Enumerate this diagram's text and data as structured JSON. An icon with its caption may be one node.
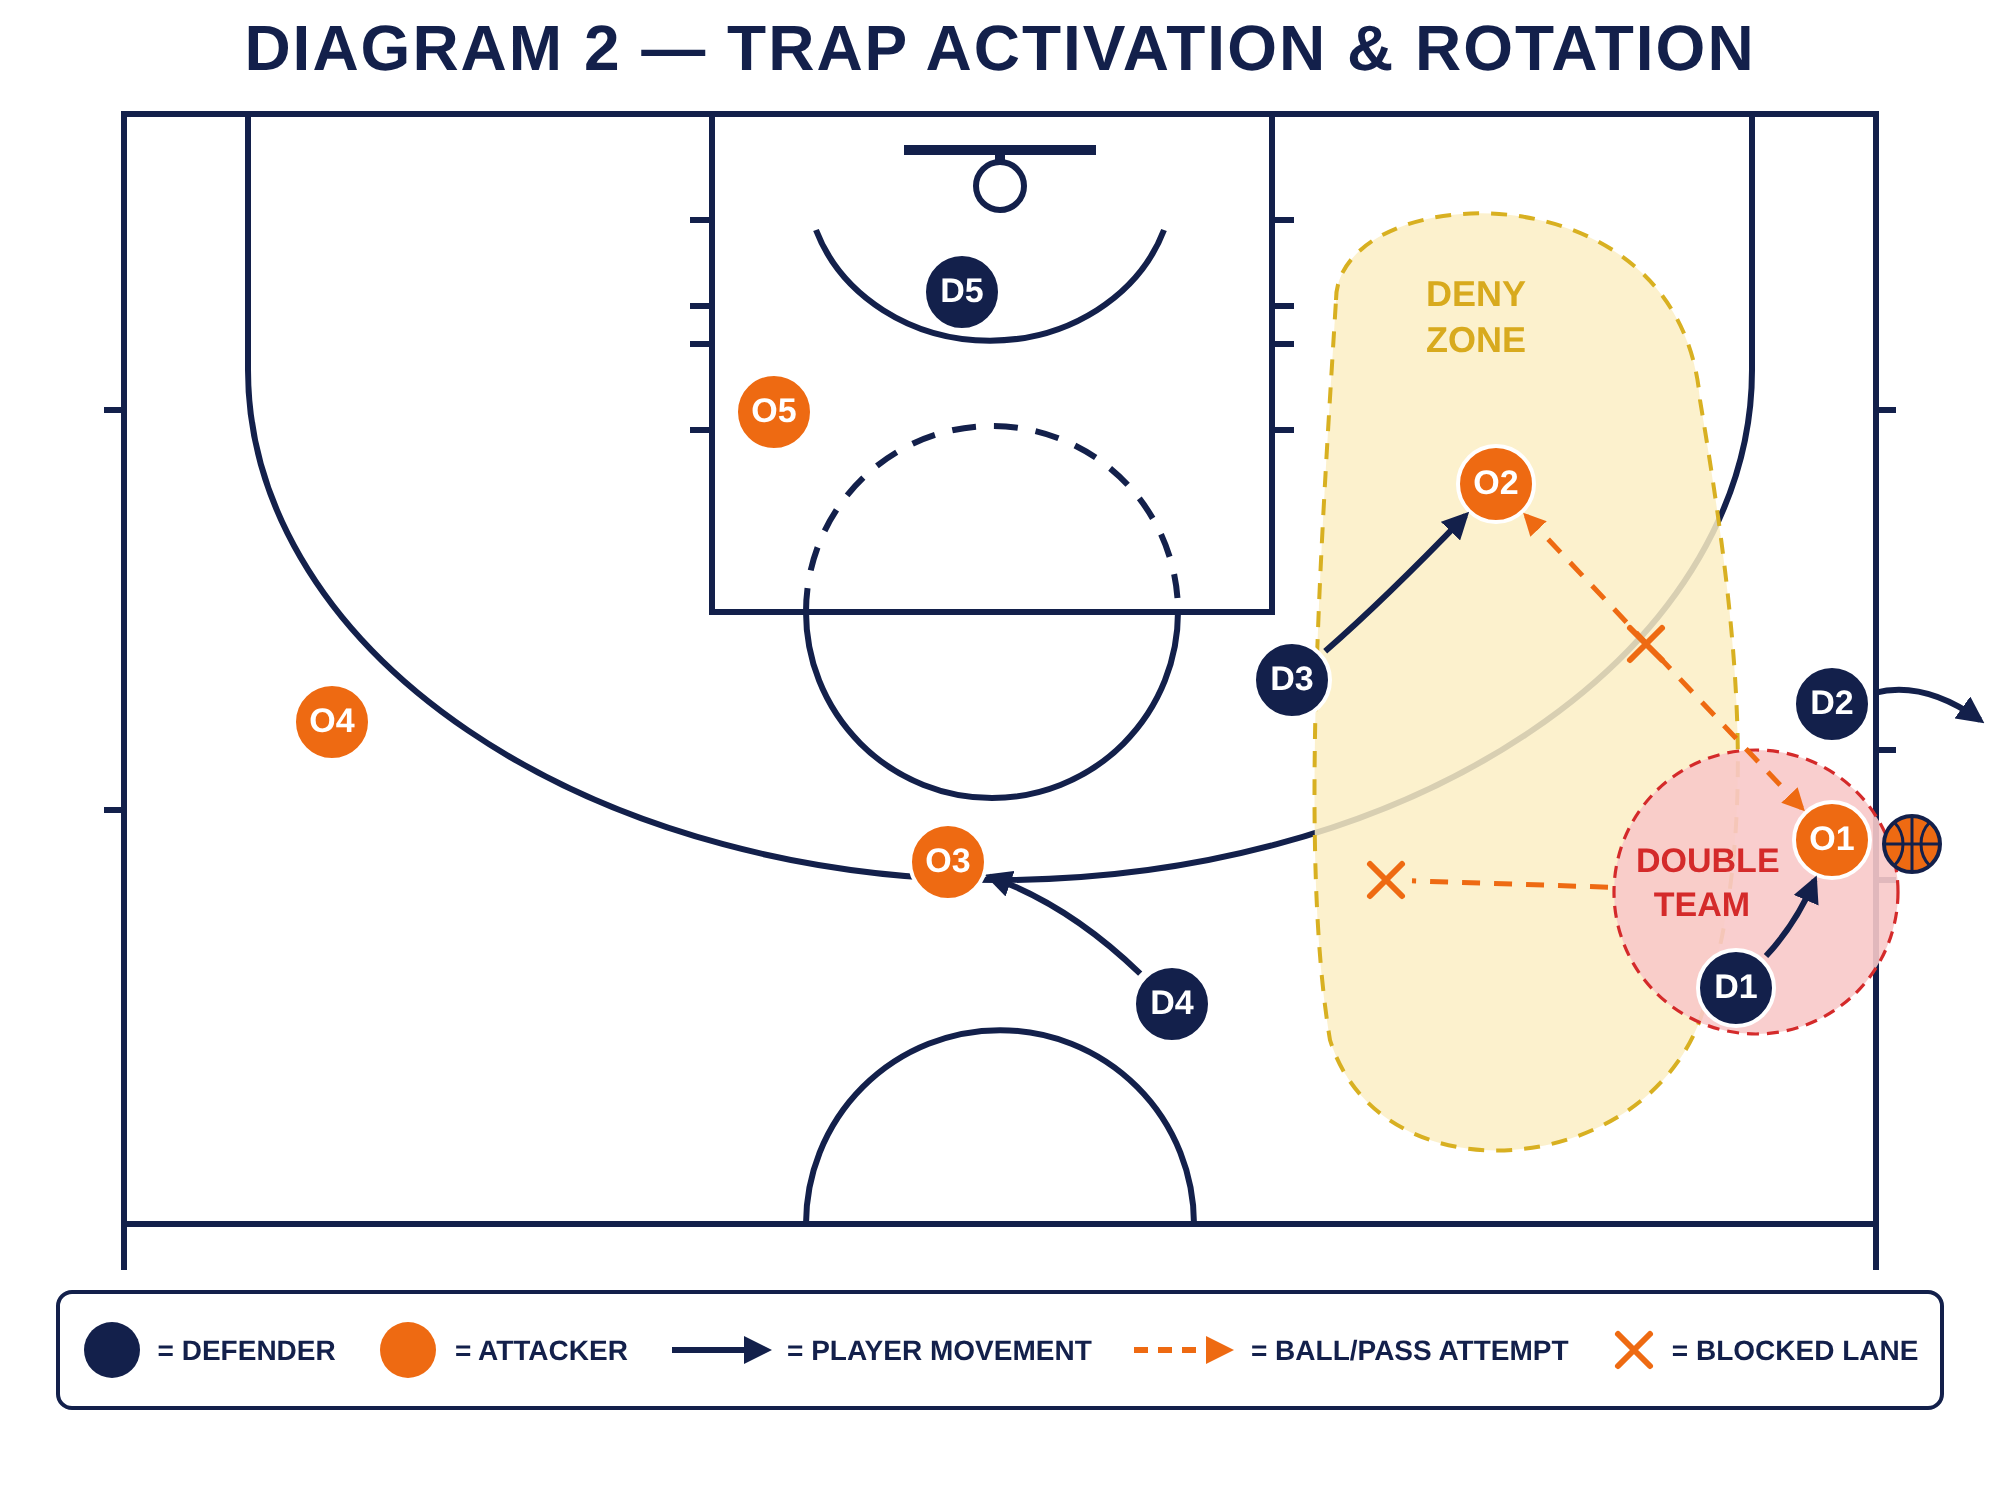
{
  "diagram": {
    "title": "DIAGRAM 2 — TRAP ACTIVATION & ROTATION",
    "nodes": [
      {
        "text": [
          "DENY ZONE"
        ]
      },
      {
        "text": [
          "D5"
        ]
      },
      {
        "text": [
          "O5"
        ]
      },
      {
        "text": [
          "O2"
        ],
        "in": 0
      },
      {
        "text": [
          "D3"
        ]
      },
      {
        "text": [
          "D2"
        ]
      },
      {
        "text": [
          "O4"
        ]
      },
      {
        "text": [
          "DOUBLE TEAM"
        ]
      },
      {
        "text": [
          "O1"
        ],
        "in": 7
      },
      {
        "text": [],
        "shape": "cross",
        "in": 0
      },
      {
        "text": [
          "O3"
        ]
      },
      {
        "text": [
          "D4"
        ]
      },
      {
        "text": [
          "D1"
        ],
        "in": 7
      }
    ],
    "edges": [
      {
        "from": 4,
        "to": 3,
        "arrow": "to"
      },
      {
        "from": 5,
        "to": null,
        "arrow": "to"
      },
      {
        "from": 3,
        "to": 8,
        "arrow": "both",
        "style": "dashed",
        "color": "#ee6a12"
      },
      {
        "from": 7,
        "to": 9,
        "arrow": "none",
        "style": "dashed",
        "color": "#ee6a12"
      },
      {
        "from": 11,
        "to": 10,
        "arrow": "to"
      },
      {
        "from": 12,
        "to": 8,
        "arrow": "to"
      }
    ],
    "legend": [
      {
        "text": "= DEFENDER",
        "color": "#13204b"
      },
      {
        "text": "= ATTACKER",
        "color": "#ee6a12"
      },
      {
        "text": "= PLAYER MOVEMENT"
      },
      {
        "text": "= BALL/PASS ATTEMPT"
      },
      {
        "text": "= BLOCKED LANE"
      }
    ]
  }
}
